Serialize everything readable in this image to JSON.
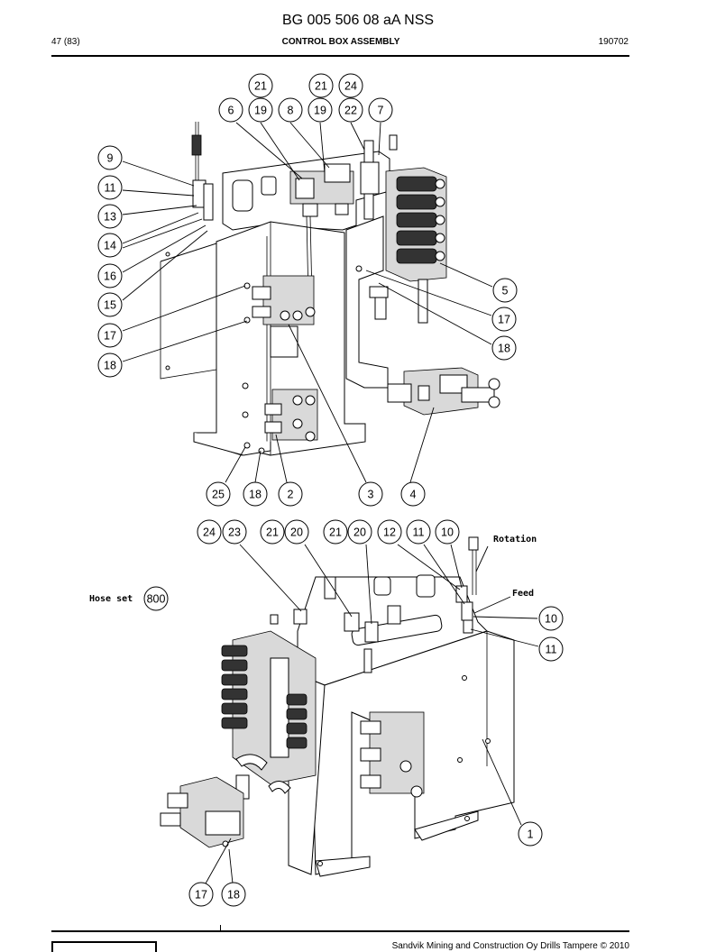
{
  "header": {
    "document_title": "BG 005 506 08 aA NSS",
    "page": "47 (83)",
    "section_title": "CONTROL BOX ASSEMBLY",
    "date_code": "190702"
  },
  "labels": {
    "rotation": "Rotation",
    "feed": "Feed",
    "hose_set": "Hose set"
  },
  "callouts": {
    "top": [
      {
        "n": "21"
      },
      {
        "n": "21"
      },
      {
        "n": "24"
      },
      {
        "n": "6"
      },
      {
        "n": "19"
      },
      {
        "n": "8"
      },
      {
        "n": "19"
      },
      {
        "n": "22"
      },
      {
        "n": "7"
      },
      {
        "n": "9"
      },
      {
        "n": "11"
      },
      {
        "n": "13"
      },
      {
        "n": "14"
      },
      {
        "n": "16"
      },
      {
        "n": "15"
      },
      {
        "n": "17"
      },
      {
        "n": "18"
      },
      {
        "n": "5"
      },
      {
        "n": "17"
      },
      {
        "n": "18"
      },
      {
        "n": "25"
      },
      {
        "n": "18"
      },
      {
        "n": "2"
      },
      {
        "n": "3"
      },
      {
        "n": "4"
      }
    ],
    "bottom": [
      {
        "n": "24"
      },
      {
        "n": "23"
      },
      {
        "n": "21"
      },
      {
        "n": "20"
      },
      {
        "n": "21"
      },
      {
        "n": "20"
      },
      {
        "n": "12"
      },
      {
        "n": "11"
      },
      {
        "n": "10"
      },
      {
        "n": "10"
      },
      {
        "n": "11"
      },
      {
        "n": "1"
      },
      {
        "n": "17"
      },
      {
        "n": "18"
      }
    ],
    "hose_set_number": "800"
  },
  "footer": {
    "copyright": "Sandvik Mining and Construction Oy Drills Tampere © 2010"
  }
}
